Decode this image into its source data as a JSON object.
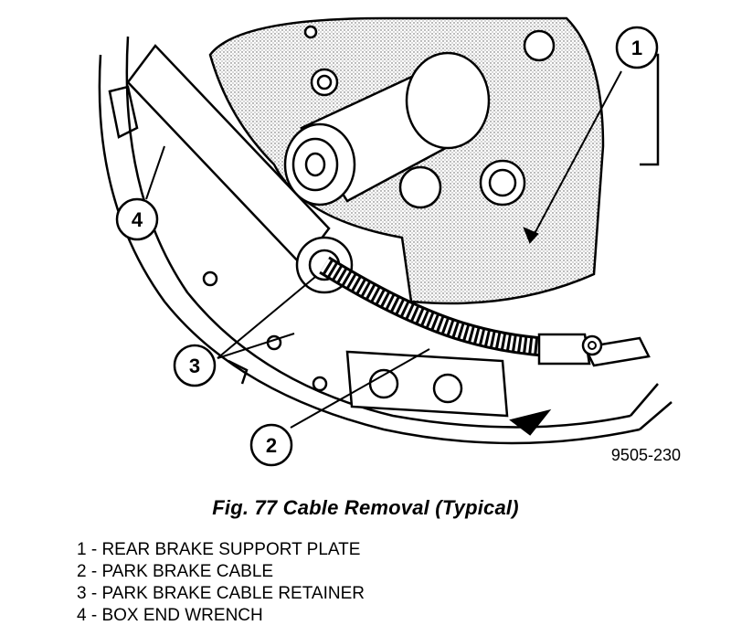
{
  "figure": {
    "number_label": "9505-230",
    "caption": "Fig. 77 Cable Removal (Typical)"
  },
  "callouts": [
    {
      "id": "1",
      "text": "1"
    },
    {
      "id": "2",
      "text": "2"
    },
    {
      "id": "3",
      "text": "3"
    },
    {
      "id": "4",
      "text": "4"
    }
  ],
  "legend": [
    "1 - REAR BRAKE SUPPORT PLATE",
    "2 - PARK BRAKE CABLE",
    "3 - PARK BRAKE CABLE RETAINER",
    "4 - BOX END WRENCH"
  ]
}
